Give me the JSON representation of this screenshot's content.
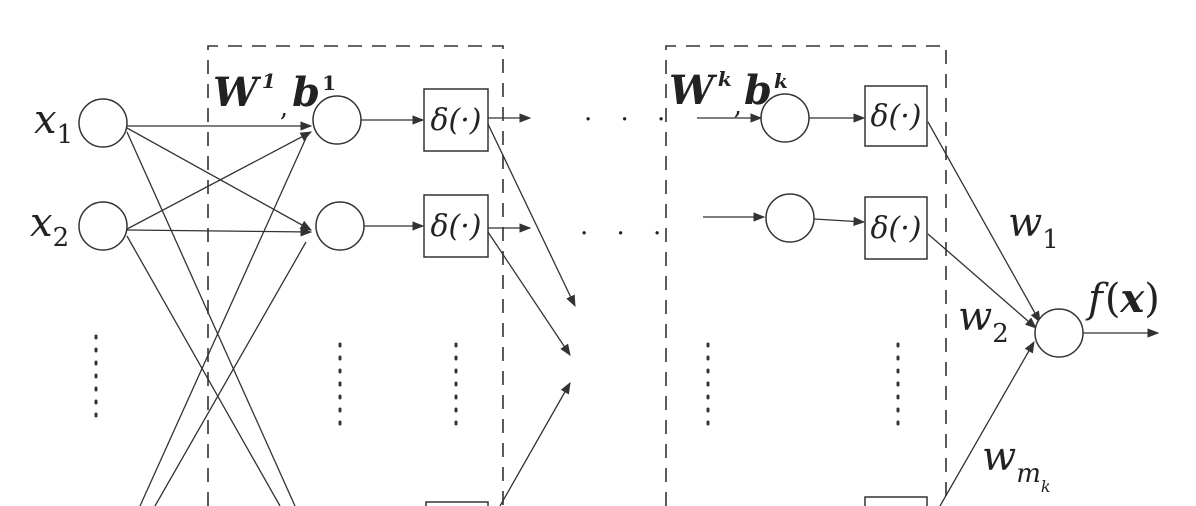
{
  "inputs": [
    {
      "base": "x",
      "sub": "1"
    },
    {
      "base": "x",
      "sub": "2"
    }
  ],
  "layer_first": {
    "W": "W",
    "W_sup": "1",
    "sep": ",",
    "b": "b",
    "b_sup": "1"
  },
  "layer_k": {
    "W": "W",
    "W_sup": "k",
    "sep": ",",
    "b": "b",
    "b_sup": "k"
  },
  "activation": "δ(·)",
  "ellipsis_h": "· · ·",
  "weights": [
    {
      "base": "w",
      "sub": "1"
    },
    {
      "base": "w",
      "sub": "2"
    },
    {
      "base": "w",
      "sub": "m",
      "subsub": "k"
    }
  ],
  "output": {
    "f": "f",
    "open": "(",
    "x": "x",
    "close": ")"
  }
}
